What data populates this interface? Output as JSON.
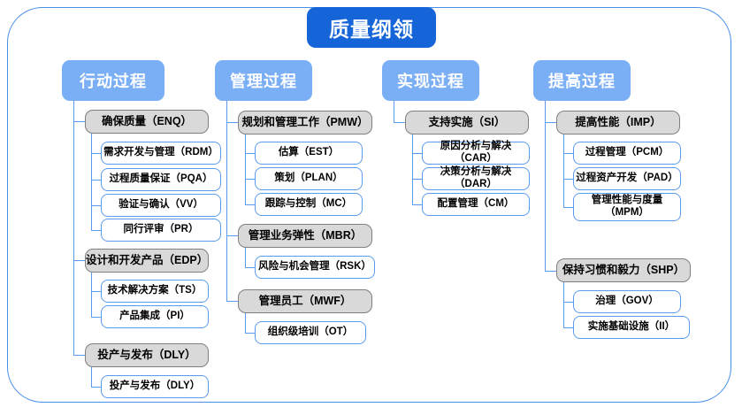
{
  "title": "质量纲领",
  "colors": {
    "frame": "#4a90e8",
    "root": "#1565d8",
    "column_header": "#7aaef5",
    "group_fill": "#d9d9d9",
    "group_border": "#7f7f7f",
    "leaf_border": "#5b9bee",
    "connector": "#5b9bee"
  },
  "columns": [
    {
      "header": "行动过程",
      "groups": [
        {
          "label": "确保质量（ENQ）",
          "children": [
            "需求开发与管理（RDM）",
            "过程质量保证（PQA）",
            "验证与确认（VV）",
            "同行评审（PR）"
          ]
        },
        {
          "label": "设计和开发产品（EDP）",
          "children": [
            "技术解决方案（TS）",
            "产品集成（PI）"
          ]
        },
        {
          "label": "投产与发布（DLY）",
          "children": [
            "投产与发布（DLY）"
          ]
        }
      ]
    },
    {
      "header": "管理过程",
      "groups": [
        {
          "label": "规划和管理工作（PMW）",
          "children": [
            "估算（EST）",
            "策划（PLAN）",
            "跟踪与控制（MC）"
          ]
        },
        {
          "label": "管理业务弹性（MBR）",
          "children": [
            "风险与机会管理（RSK）"
          ]
        },
        {
          "label": "管理员工（MWF）",
          "children": [
            "组织级培训（OT）"
          ]
        }
      ]
    },
    {
      "header": "实现过程",
      "groups": [
        {
          "label": "支持实施（SI）",
          "children": [
            "原因分析与解决（CAR）",
            "决策分析与解决（DAR）",
            "配置管理（CM）"
          ]
        }
      ]
    },
    {
      "header": "提高过程",
      "groups": [
        {
          "label": "提高性能（IMP）",
          "children": [
            "过程管理（PCM）",
            "过程资产开发（PAD）",
            "管理性能与度量\n（MPM）"
          ]
        },
        {
          "label": "保持习惯和毅力（SHP）",
          "children": [
            "治理（GOV）",
            "实施基础设施（II）"
          ]
        }
      ]
    }
  ]
}
